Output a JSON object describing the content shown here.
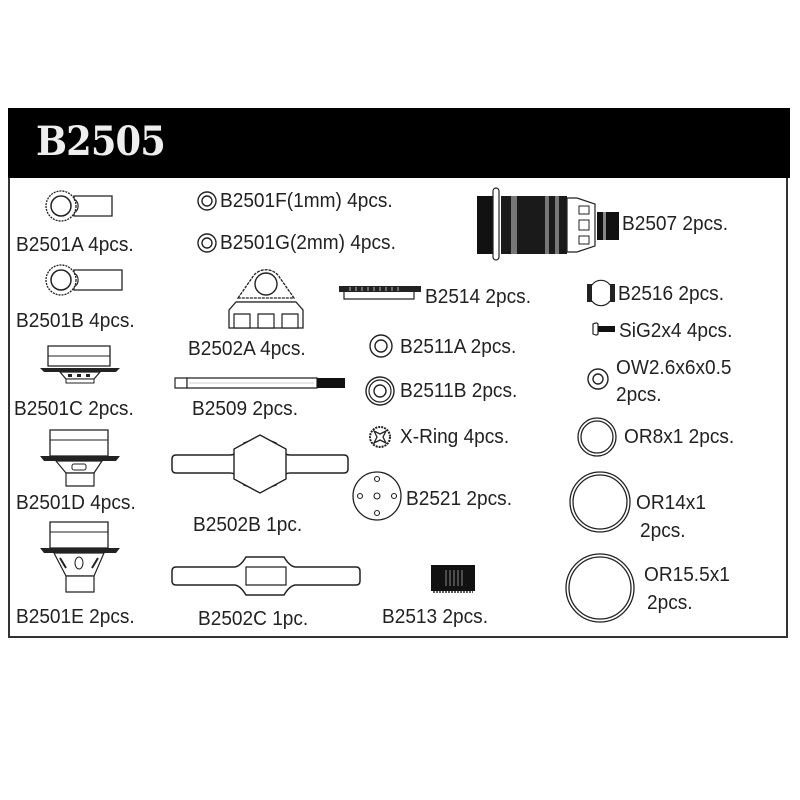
{
  "header": {
    "title": "B2505"
  },
  "parts": {
    "b2501a": "B2501A 4pcs.",
    "b2501f": "B2501F(1mm) 4pcs.",
    "b2501g": "B2501G(2mm) 4pcs.",
    "b2507": "B2507 2pcs.",
    "b2501b": "B2501B 4pcs.",
    "b2502a": "B2502A 4pcs.",
    "b2514": "B2514 2pcs.",
    "b2516": "B2516 2pcs.",
    "sig2x4": "SiG2x4 4pcs.",
    "b2511a": "B2511A 2pcs.",
    "ow_name": "OW2.6x6x0.5",
    "ow_qty": "2pcs.",
    "b2501c": "B2501C 2pcs.",
    "b2509": "B2509 2pcs.",
    "b2511b": "B2511B 2pcs.",
    "xring": "X-Ring 4pcs.",
    "or8x1": "OR8x1 2pcs.",
    "b2501d": "B2501D 4pcs.",
    "b2502b": "B2502B 1pc.",
    "b2521": "B2521 2pcs.",
    "or14_name": "OR14x1",
    "or14_qty": "2pcs.",
    "b2501e": "B2501E 2pcs.",
    "b2502c": "B2502C 1pc.",
    "b2513": "B2513 2pcs.",
    "or155_name": "OR15.5x1",
    "or155_qty": "2pcs."
  },
  "colors": {
    "header_bg": "#000000",
    "header_text": "#eeeeee",
    "line": "#222222"
  }
}
